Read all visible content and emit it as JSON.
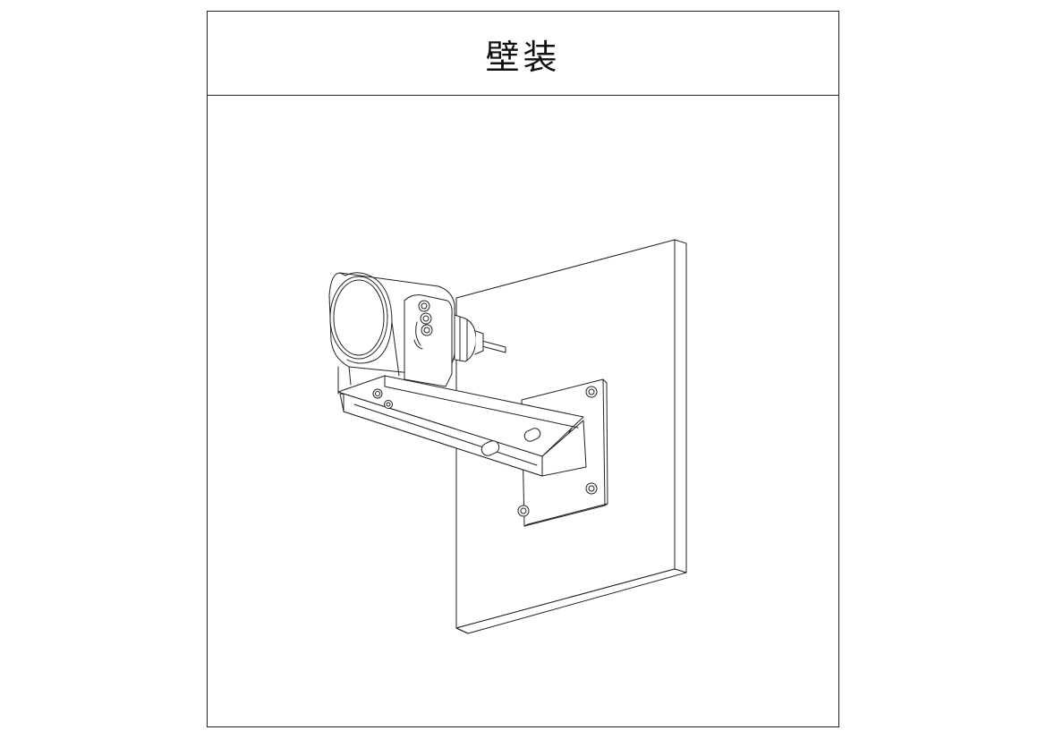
{
  "title": "壁装",
  "colors": {
    "line": "#222222",
    "background": "#ffffff"
  },
  "parts": [
    "wall-panel",
    "mounting-plate",
    "bracket-arm",
    "camera-housing",
    "cable-gland",
    "bolts"
  ]
}
